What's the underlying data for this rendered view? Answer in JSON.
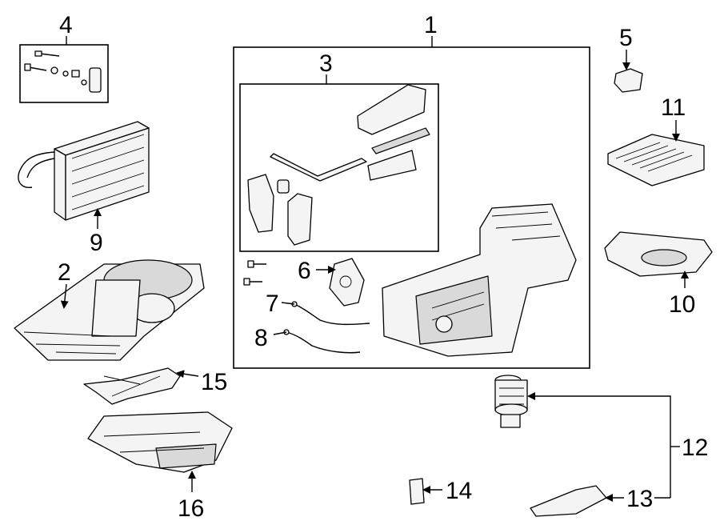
{
  "callouts": {
    "c1": "1",
    "c2": "2",
    "c3": "3",
    "c4": "4",
    "c5": "5",
    "c6": "6",
    "c7": "7",
    "c8": "8",
    "c9": "9",
    "c10": "10",
    "c11": "11",
    "c12": "12",
    "c13": "13",
    "c14": "14",
    "c15": "15",
    "c16": "16"
  },
  "colors": {
    "background": "#ffffff",
    "ink": "#000000",
    "part_fill": "#f4f4f4"
  }
}
